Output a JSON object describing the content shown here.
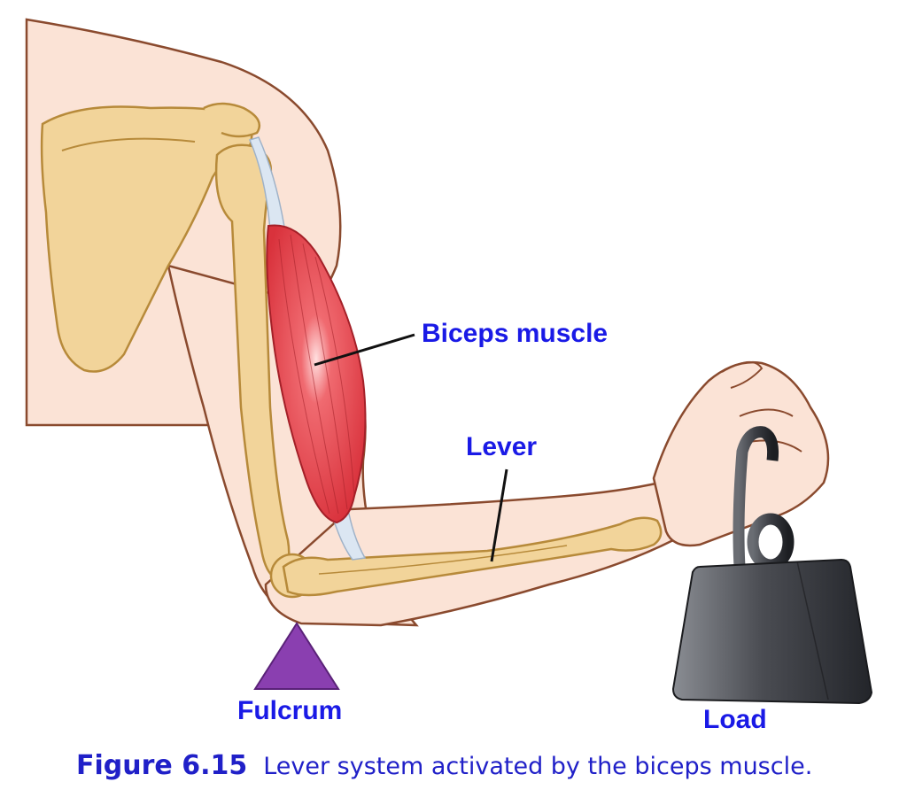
{
  "labels": {
    "biceps": "Biceps muscle",
    "lever": "Lever",
    "fulcrum": "Fulcrum",
    "load": "Load"
  },
  "caption": {
    "figure": "Figure 6.15",
    "text": "Lever system activated by the biceps muscle."
  },
  "colors": {
    "label_text": "#1a1ae6",
    "caption_text": "#2020c8",
    "skin": "#fbe3d6",
    "skin_outline": "#8a4a2e",
    "bone": "#f2d49a",
    "bone_outline": "#b78a3a",
    "muscle": "#e8424a",
    "tendon": "#dbe6f2",
    "fulcrum": "#8a3fb0",
    "weight": "#3a3c40"
  }
}
